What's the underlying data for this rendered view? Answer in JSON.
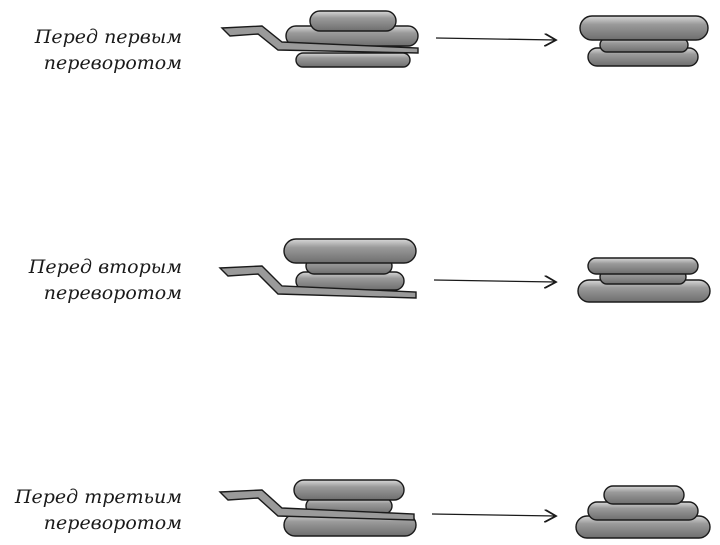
{
  "rows": [
    {
      "line1": "Перед первым",
      "line2": "переворотом"
    },
    {
      "line1": "Перед вторым",
      "line2": "переворотом"
    },
    {
      "line1": "Перед третьим",
      "line2": "переворотом"
    }
  ],
  "colors": {
    "pancake_fill": "#8a8a8a",
    "pancake_light": "#d8d8d8",
    "outline": "#1a1a1a"
  },
  "icons": [
    "spatula-icon",
    "arrow-right-icon",
    "pancake-stack-icon"
  ]
}
